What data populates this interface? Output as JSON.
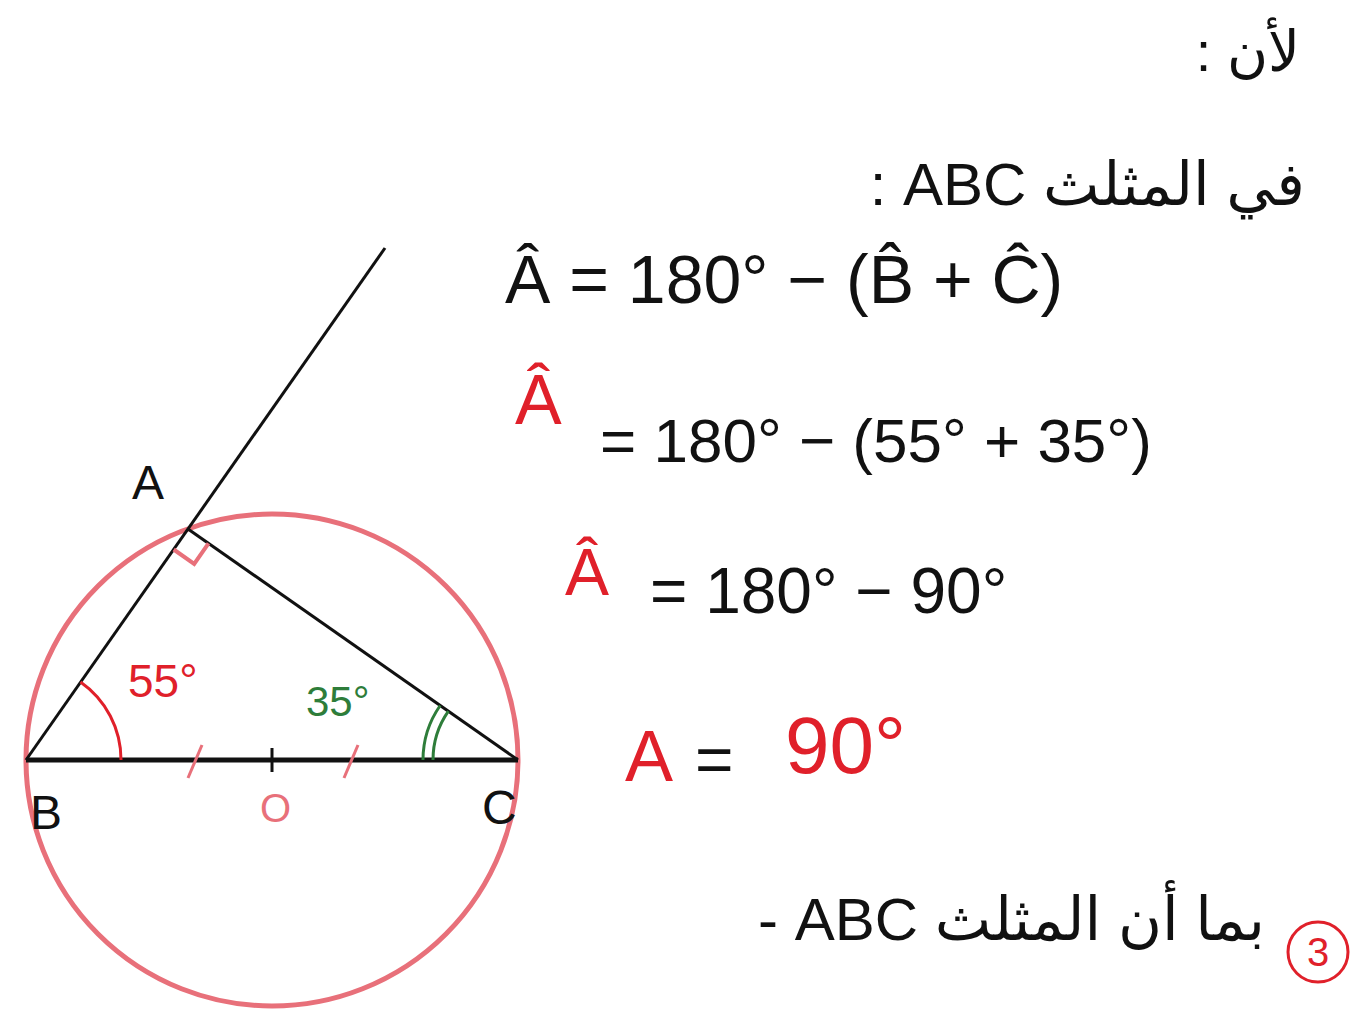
{
  "diagram": {
    "labels": [
      "لأن :",
      "في المثلث ABC :",
      "Â = 180° − (B̂ + Ĉ)",
      "Â",
      "= 180° − (55° + 35°)",
      "Â",
      "= 180° − 90°",
      "A",
      "=",
      "90°",
      "بما أن المثلث ABC -",
      "3",
      "A",
      "B",
      "C",
      "O",
      "55°",
      "35°"
    ]
  }
}
